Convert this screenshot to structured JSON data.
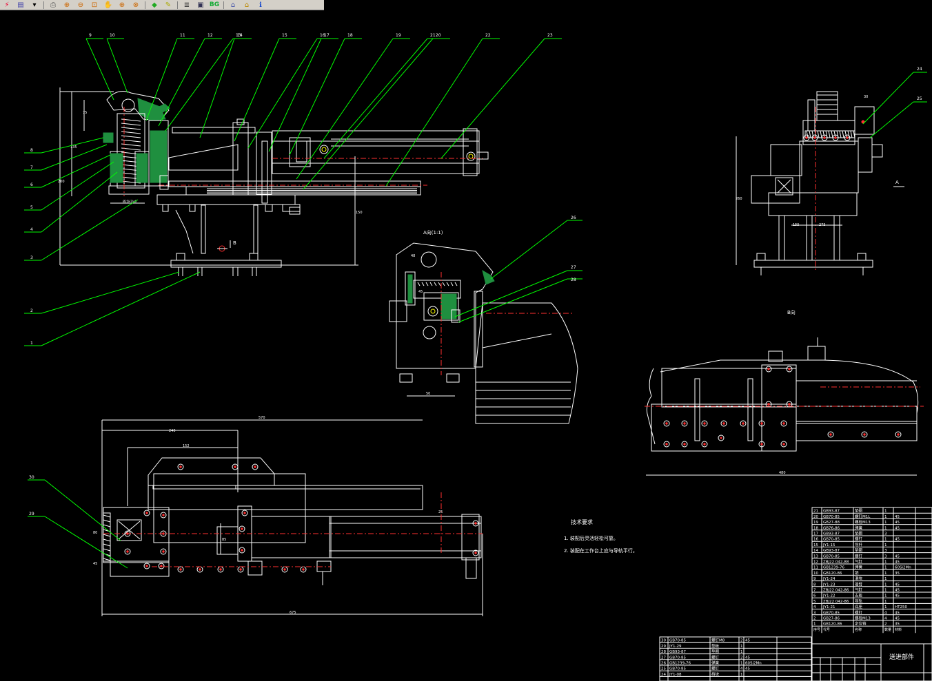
{
  "toolbar": {
    "items": [
      {
        "name": "cad-logo-icon",
        "glyph": "⚡"
      },
      {
        "name": "open-drawing-icon",
        "glyph": "▤"
      },
      {
        "name": "dropdown-arrow-icon",
        "glyph": "▾"
      },
      {
        "name": "print-icon",
        "glyph": "⎙"
      },
      {
        "name": "zoom-in-icon",
        "glyph": "⊕"
      },
      {
        "name": "zoom-out-icon",
        "glyph": "⊖"
      },
      {
        "name": "zoom-window-icon",
        "glyph": "⊡"
      },
      {
        "name": "pan-hand-icon",
        "glyph": "✋"
      },
      {
        "name": "zoom-previous-icon",
        "glyph": "⊕"
      },
      {
        "name": "zoom-all-icon",
        "glyph": "⊗"
      },
      {
        "name": "regen-icon",
        "glyph": "◆"
      },
      {
        "name": "tools-icon",
        "glyph": "✎"
      },
      {
        "name": "layers-icon",
        "glyph": "≣"
      },
      {
        "name": "layout-icon",
        "glyph": "▣"
      },
      {
        "name": "background-toggle",
        "glyph": "BG"
      },
      {
        "name": "home-icon",
        "glyph": "⌂"
      },
      {
        "name": "house-icon",
        "glyph": "⌂"
      },
      {
        "name": "info-icon",
        "glyph": "ℹ"
      }
    ]
  },
  "drawing": {
    "callouts_left": [
      "8",
      "7",
      "6",
      "5",
      "4",
      "3",
      "2",
      "1"
    ],
    "callouts_top": [
      "9",
      "10",
      "11",
      "12",
      "13",
      "14",
      "15",
      "16",
      "17",
      "18",
      "19",
      "20",
      "21",
      "22",
      "23"
    ],
    "callouts_right": [
      "24",
      "25"
    ],
    "callouts_mid": [
      "26",
      "27",
      "28"
    ],
    "callouts_bottom": [
      "30",
      "29"
    ],
    "view_a_label": "A向(1:1)",
    "view_b_label": "B向",
    "arrow_a": "A",
    "arrow_b": "B",
    "dims": {
      "d570": "570",
      "d240": "240",
      "d152": "152",
      "d675": "675",
      "d480": "480",
      "d155": "155",
      "d275": "275",
      "d150": "150",
      "d50": "50"
    },
    "tech_title": "技术要求",
    "tech_items": [
      "1. 装配后灵活轻松可靠。",
      "2. 装配在工作台上应与导轨平行。"
    ],
    "title_block": "送进部件",
    "bom_right": [
      [
        "21",
        "GB93-87",
        "垫圈",
        "1",
        ""
      ],
      [
        "20",
        "GB70-85",
        "螺钉M1L",
        "1",
        "45"
      ],
      [
        "19",
        "GB27-88",
        "螺栓M13",
        "1",
        "45"
      ],
      [
        "18",
        "GB76-86",
        "弹簧",
        "1",
        "45"
      ],
      [
        "17",
        "GB93-87",
        "垫圈",
        "3",
        ""
      ],
      [
        "16",
        "GB70-85",
        "螺钉",
        "1",
        "45"
      ],
      [
        "15",
        "JY1-15",
        "导杆",
        "1",
        ""
      ],
      [
        "14",
        "GB93-87",
        "垫圈",
        "3",
        ""
      ],
      [
        "13",
        "GB70-85",
        "螺钉",
        "3",
        "45"
      ],
      [
        "12",
        "ZBJ22 042-88",
        "气缸",
        "1",
        "45"
      ],
      [
        "11",
        "GB1239-76",
        "弹簧",
        "1",
        "60Si2Mn"
      ],
      [
        "10",
        "GB120-86",
        "销",
        "1",
        "35"
      ],
      [
        "9",
        "JY1-24",
        "滑块",
        "1",
        ""
      ],
      [
        "8",
        "JY1-23",
        "摇臂",
        "1",
        "45"
      ],
      [
        "7",
        "ZBJ22 042-86",
        "气缸",
        "1",
        "45"
      ],
      [
        "6",
        "JY1-22",
        "支板",
        "1",
        "45"
      ],
      [
        "5",
        "ZBJ22 042-86",
        "导轨",
        "1",
        ""
      ],
      [
        "4",
        "JY1-21",
        "底座",
        "1",
        "HT250"
      ],
      [
        "3",
        "GB70-85",
        "螺钉",
        "4",
        "45"
      ],
      [
        "2",
        "GB27-86",
        "螺栓M13",
        "4",
        "45"
      ],
      [
        "1",
        "GB120-86",
        "定位销",
        "2",
        "35"
      ]
    ],
    "bom_left": [
      [
        "30",
        "GB70-85",
        "螺钉M8",
        "2",
        "45"
      ],
      [
        "29",
        "JY1-29",
        "垫板",
        "1",
        ""
      ],
      [
        "28",
        "GB93-87",
        "垫圈",
        "1",
        ""
      ],
      [
        "27",
        "GB70-85",
        "螺钉",
        "2",
        "45"
      ],
      [
        "26",
        "GB1239-76",
        "弹簧",
        "1",
        "60Si2Mn"
      ],
      [
        "25",
        "GB70-85",
        "螺钉",
        "4",
        "45"
      ],
      [
        "24",
        "JY1-08",
        "挡块",
        "1",
        ""
      ]
    ],
    "bom_header": [
      "序号",
      "代号",
      "名称",
      "数量",
      "材料"
    ]
  }
}
